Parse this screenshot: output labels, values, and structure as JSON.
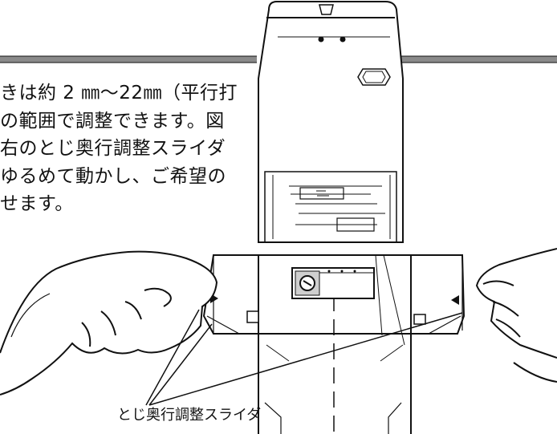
{
  "body_text": [
    "きは約 2 ㎜〜22㎜（平行打",
    "の範囲で調整できます。図",
    "右のとじ奥行調整スライダ",
    "ゆるめて動かし、ご希望の",
    "せます。"
  ],
  "caption": "とじ奥行調整スライダ",
  "colors": {
    "line": "#111111",
    "band": "#8a8a8a",
    "paper": "#ffffff"
  },
  "icons": {
    "illustration": "hole-punch-line-drawing",
    "hands": "hands-icon",
    "dial": "dial-icon"
  }
}
